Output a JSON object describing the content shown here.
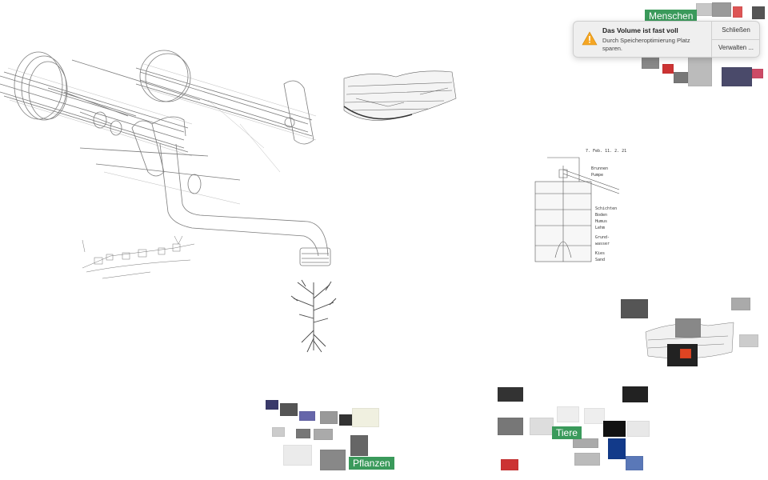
{
  "notification": {
    "title": "Das Volume ist fast voll",
    "body": "Durch Speicheroptimierung Platz sparen.",
    "close_label": "Schließen",
    "manage_label": "Verwalten ...",
    "icon": "warning-icon",
    "icon_color": "#f5a623"
  },
  "tags": {
    "menschen": "Menschen",
    "tiere": "Tiere",
    "pflanzen": "Pflanzen"
  },
  "pump_annotations": {
    "date": "7. Feb. 11. 2. 21",
    "l1": "Brunnen",
    "l2": "Pumpe",
    "l3": "Schichten",
    "l4": "Boden",
    "l5": "Humus",
    "l6": "Lehm",
    "l7": "Grund-",
    "l8": "wasser",
    "l9": "Kies",
    "l10": "Sand"
  },
  "colors": {
    "tag_green": "#3a9a5b",
    "sketch_stroke": "#555555",
    "background": "#ffffff"
  }
}
